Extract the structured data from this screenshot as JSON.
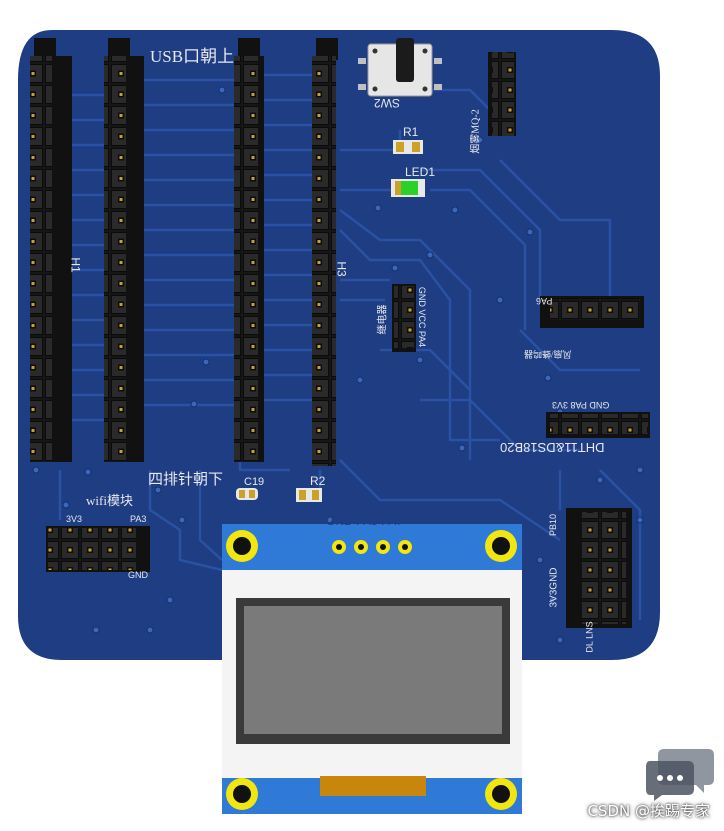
{
  "silkscreen": {
    "usb_top": "USB口朝上",
    "sw2": "SW2",
    "r1": "R1",
    "led1": "LED1",
    "h1": "H1",
    "h3": "H3",
    "mq2": "烟雾MQ-2",
    "relay": "继电器",
    "relay_pins": "GND VCC PA4",
    "pa6": "PA6",
    "fan_label": "风扇/蜂鸣器",
    "dht_pins": "GND PA8 3V3",
    "dht_label": "DHT11&DS18B20",
    "four_pin_down": "四排针朝下",
    "c19": "C19",
    "r2": "R2",
    "wifi": "wifi模块",
    "wifi_3v3": "3V3",
    "wifi_pa3": "PA3",
    "wifi_gnd": "GND",
    "oled_pins": "GND PA5 PA7",
    "pb10": "PB10",
    "right_3v3gnd": "3V3GND",
    "right_dl": "DL LNS"
  },
  "colors": {
    "board": "#1e3d82",
    "trace": "#2c55a8",
    "header": "#1c1c1c",
    "pad": "#c9a227",
    "oled_pcb": "#2f7ad6",
    "oled_frame": "#f4f4f4",
    "oled_screen": "#7a7a7a",
    "ribbon": "#c8860c",
    "led": "#29d129"
  },
  "icons": {
    "watermark": "chat-bubble-icon",
    "button": "tactile-switch-icon"
  },
  "watermark": "CSDN @挨踢专家"
}
